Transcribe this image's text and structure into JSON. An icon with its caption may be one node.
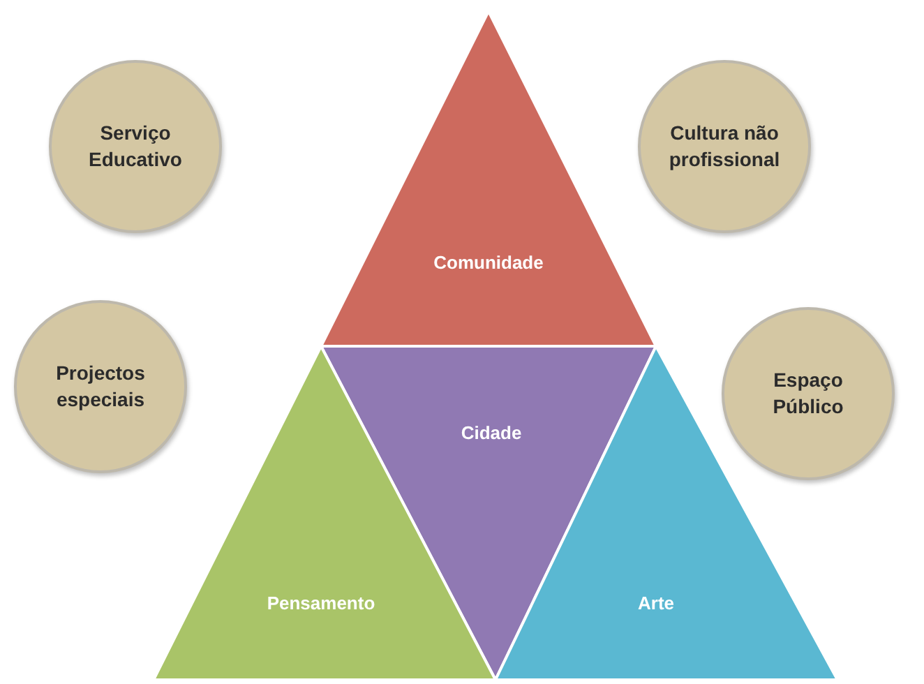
{
  "diagram": {
    "nodes": [
      {
        "text": [
          "Serviço Educativo"
        ]
      },
      {
        "text": [
          "Comunidade"
        ]
      },
      {
        "text": [
          "Cultura não profissional"
        ]
      },
      {
        "text": [
          "Projectos especiais"
        ]
      },
      {
        "text": [
          "Cidade"
        ]
      },
      {
        "text": [
          "Espaço Público"
        ]
      },
      {
        "text": [
          "Pensamento"
        ]
      },
      {
        "text": [
          "Arte"
        ]
      }
    ]
  }
}
